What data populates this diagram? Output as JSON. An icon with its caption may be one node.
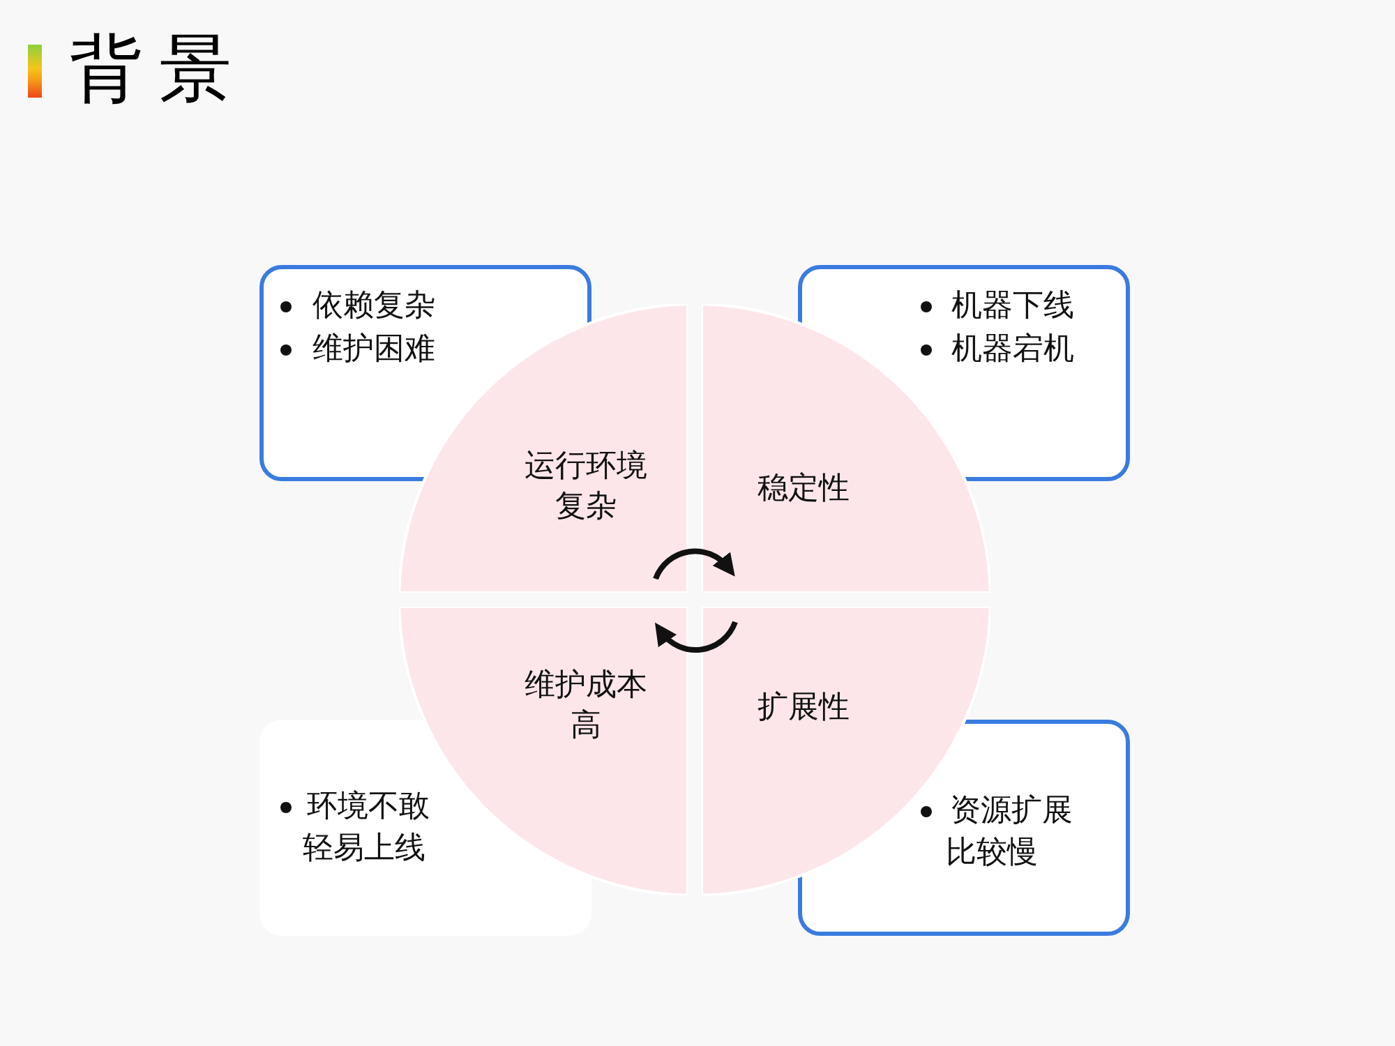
{
  "diagram": {
    "title": "背景",
    "nodes": [
      {
        "text": [
          "依赖复杂",
          "维护困难"
        ]
      },
      {
        "text": [
          "机器下线",
          "机器宕机"
        ]
      },
      {
        "text": [
          "运行环境复杂"
        ]
      },
      {
        "text": [
          "稳定性"
        ]
      },
      {
        "text": [
          "维护成本高"
        ]
      },
      {
        "text": [
          "扩展性"
        ]
      },
      {
        "text": [
          "环境不敢轻易上线"
        ]
      },
      {
        "text": [
          "资源扩展比较慢"
        ]
      }
    ],
    "edges": [
      {
        "from": 2,
        "to": 3,
        "arrow": "to"
      },
      {
        "from": 5,
        "to": 4,
        "arrow": "to"
      }
    ]
  }
}
